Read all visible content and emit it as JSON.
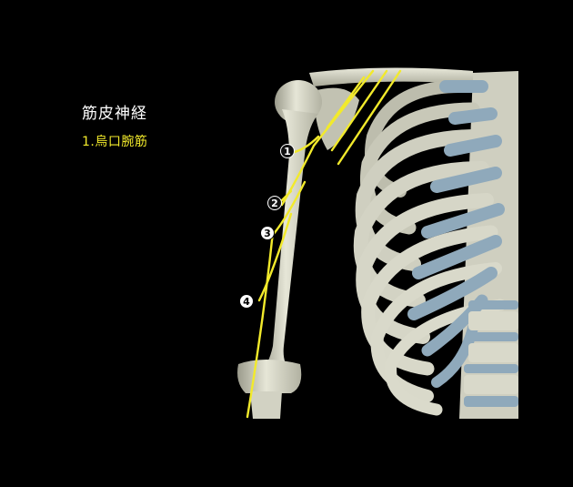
{
  "title": "筋皮神経",
  "subtitle": "1.烏口腕筋",
  "markers": [
    "1",
    "2",
    "3",
    "4"
  ],
  "colors": {
    "background": "#000000",
    "bone": "#dcdccc",
    "cartilage": "#8fa9bb",
    "nerve": "#f2ea2b",
    "subtitle": "#f2ea2b"
  }
}
